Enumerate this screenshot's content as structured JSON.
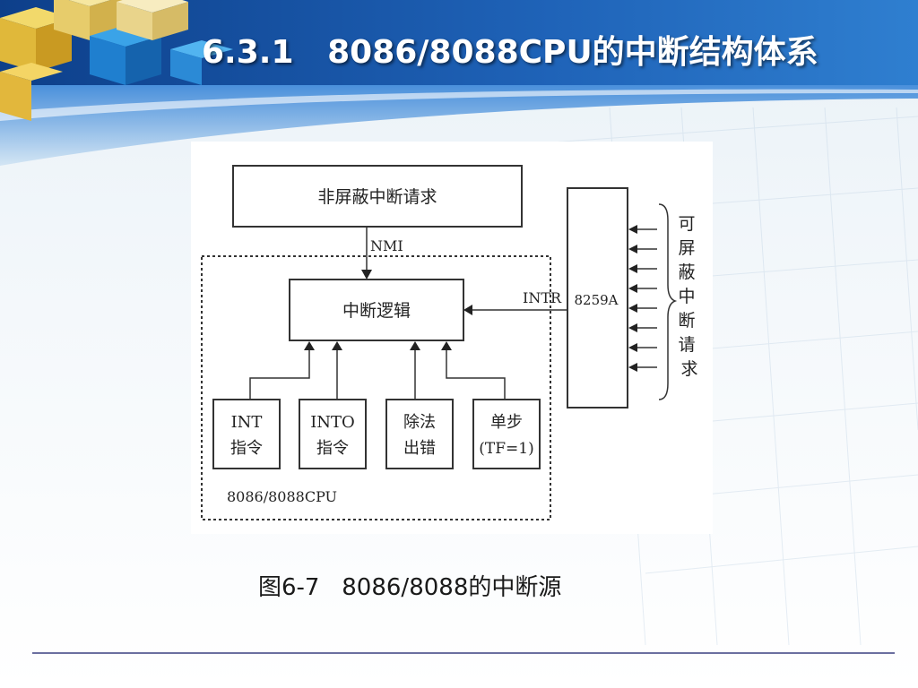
{
  "title": "6.3.1   8086/8088CPU的中断结构体系",
  "caption": "图6-7   8086/8088的中断源",
  "diagram": {
    "nmi_box": "非屏蔽中断请求",
    "nmi_label": "NMI",
    "logic_box": "中断逻辑",
    "intr_label": "INTR",
    "pic_label": "8259A",
    "maskable_text": "可屏蔽中断请求",
    "sources": [
      {
        "line1": "INT",
        "line2": "指令"
      },
      {
        "line1": "INTO",
        "line2": "指令"
      },
      {
        "line1": "除法",
        "line2": "出错"
      },
      {
        "line1": "单步",
        "line2": "(TF=1)"
      }
    ],
    "cpu_label": "8086/8088CPU"
  }
}
